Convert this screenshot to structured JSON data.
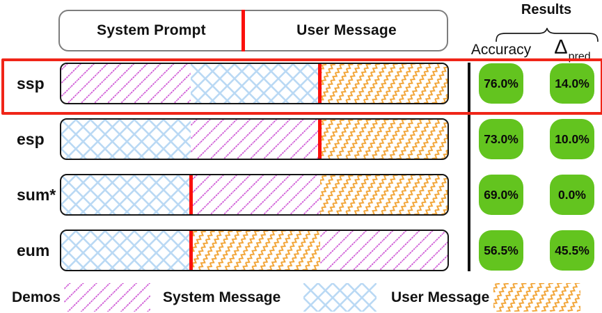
{
  "figure": {
    "header": {
      "system_prompt_label": "System Prompt",
      "user_message_label": "User Message"
    },
    "results": {
      "title": "Results",
      "accuracy_label": "Accuracy",
      "delta_symbol": "Δ",
      "delta_subscript": "pred"
    },
    "rows": [
      {
        "label": "ssp",
        "highlighted": true,
        "segments": [
          "demos",
          "system-message",
          "user-message"
        ],
        "prompt_split": "after-second-segment",
        "accuracy": "76.0%",
        "delta_pred": "14.0%"
      },
      {
        "label": "esp",
        "highlighted": false,
        "segments": [
          "system-message",
          "demos",
          "user-message"
        ],
        "prompt_split": "after-second-segment",
        "accuracy": "73.0%",
        "delta_pred": "10.0%"
      },
      {
        "label": "sum*",
        "highlighted": false,
        "segments": [
          "system-message",
          "demos",
          "user-message"
        ],
        "prompt_split": "after-first-segment",
        "accuracy": "69.0%",
        "delta_pred": "0.0%"
      },
      {
        "label": "eum",
        "highlighted": false,
        "segments": [
          "system-message",
          "user-message",
          "demos"
        ],
        "prompt_split": "after-first-segment",
        "accuracy": "56.5%",
        "delta_pred": "45.5%"
      }
    ],
    "legend": [
      {
        "label": "Demos",
        "pattern": "demos"
      },
      {
        "label": "System Message",
        "pattern": "system-message"
      },
      {
        "label": "User Message",
        "pattern": "user-message"
      }
    ],
    "colors": {
      "demos_pattern": "#cb4cd2",
      "system_message_pattern": "#bad9f4",
      "user_message_pattern": "#f2a435",
      "result_badge_green": "#63c41f",
      "highlight_red": "#f02518",
      "split_line_red": "#fb100c",
      "header_border_gray": "#7d7d7d"
    }
  }
}
